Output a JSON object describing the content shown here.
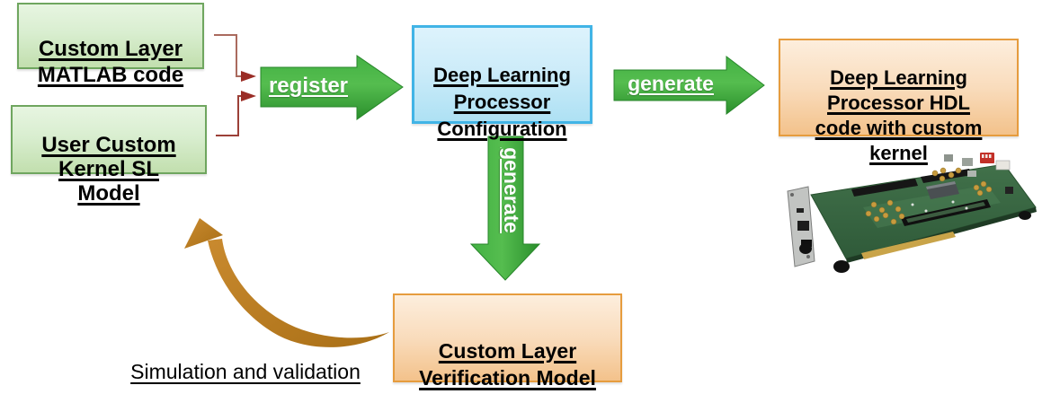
{
  "boxes": {
    "matlab_code": {
      "label": "Custom Layer\nMATLAB code"
    },
    "user_kernel": {
      "label": "User Custom\nKernel SL\nModel"
    },
    "dlp_config": {
      "label": "Deep Learning\nProcessor\nConfiguration"
    },
    "hdl_code": {
      "label": "Deep Learning\nProcessor HDL\ncode with custom\nkernel"
    },
    "verification": {
      "label": "Custom Layer\nVerification Model"
    }
  },
  "arrows": {
    "register": {
      "label": "register"
    },
    "generate_hdl": {
      "label": "generate"
    },
    "generate_verification": {
      "label": "generate"
    },
    "feedback_loop": {
      "label": ""
    }
  },
  "caption": {
    "simulation": "Simulation and validation"
  },
  "icons": {
    "board": "fpga-development-board-photo"
  },
  "colors": {
    "background": "#ffffff",
    "text_black": "#000000",
    "green_box_fill": "#d9eed0",
    "green_box_border": "#6fa65f",
    "blue_box_fill": "#cdecf9",
    "blue_box_border": "#41b4e6",
    "orange_box_fill": "#f9dcbc",
    "orange_box_border": "#e69c3e",
    "arrow_green": "#3aa93c",
    "arrow_label_text": "#ffffff",
    "connector_red": "#a0473f",
    "swoosh_orange": "#bf7d24",
    "pcb_green": "#3a6b45"
  }
}
